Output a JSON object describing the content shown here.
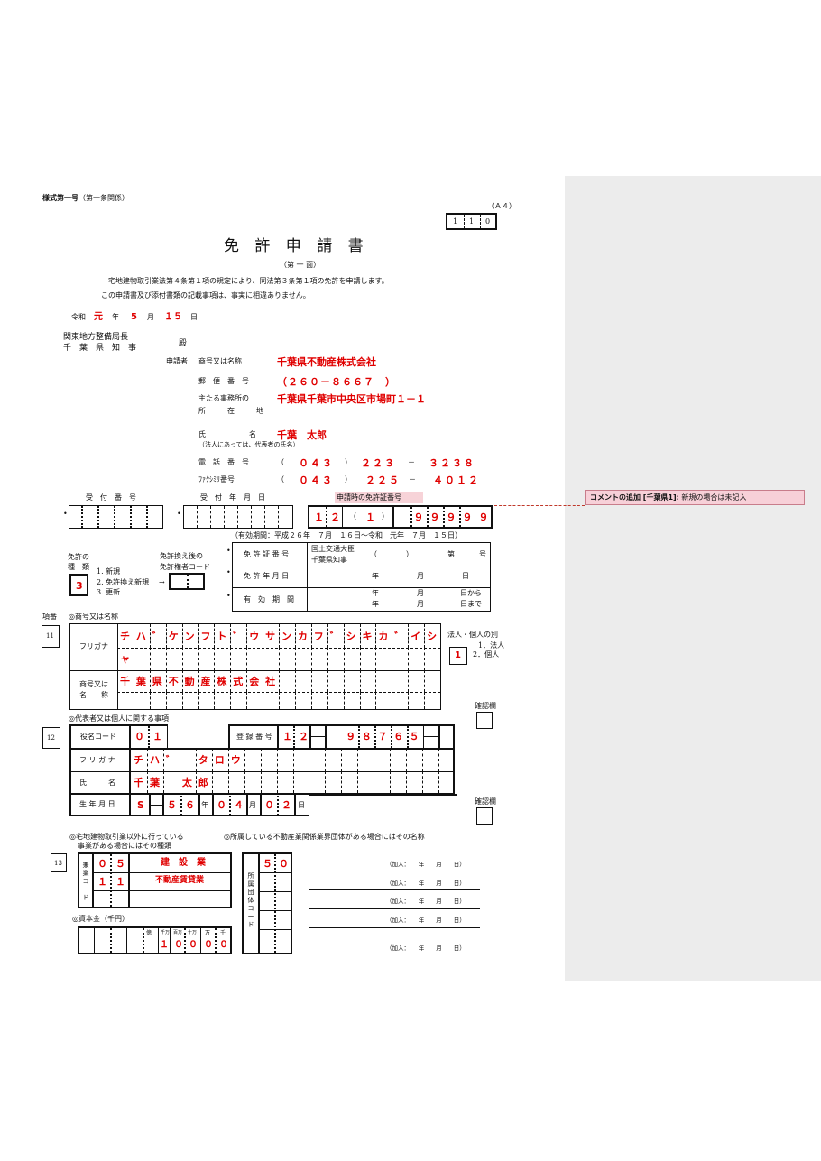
{
  "form": {
    "form_name": "様式第一号",
    "form_rule": "（第一条関係）",
    "paper_size": "（Ａ４）",
    "form_code": [
      "1",
      "1",
      "0"
    ],
    "title": "免 許 申 請 書",
    "page_label": "（第 一 面）",
    "intro_line1": "宅地建物取引業法第４条第１項の規定により、同法第３条第１項の免許を申請します。",
    "intro_line2": "この申請書及び添付書類の記載事項は、事実に相違ありません。"
  },
  "date": {
    "era": "令和",
    "year": "元",
    "year_unit": "年",
    "month": "5",
    "month_unit": "月",
    "day": "１５",
    "day_unit": "日"
  },
  "addressee": {
    "line1": "関東地方整備局長",
    "line2": "千　葉　県　知　事",
    "honorific": "殿"
  },
  "applicant": {
    "label": "申請者",
    "name_label": "商号又は名称",
    "name_value": "千葉県不動産株式会社",
    "postal_label": "郵　便　番　号",
    "postal_value": "（２６０－８６６７　）",
    "office_label": "主たる事務所の",
    "office_label2": "所　　　在　　　地",
    "office_value": "千葉県千葉市中央区市場町１－１",
    "person_label": "氏　　　　　　名",
    "person_value": "千葉　太郎",
    "person_note": "（法人にあっては、代表者の氏名）",
    "tel_label": "電　話　番　号",
    "tel_values": [
      "（",
      "０４３",
      "）",
      "２２３",
      "－",
      "３２３８"
    ],
    "fax_label": "ﾌｧｸｼﾐﾘ番号",
    "fax_values": [
      "（",
      "０４３",
      "）",
      "２２５",
      "－",
      "４０１２"
    ]
  },
  "reception": {
    "receipt_no_label": "受　付　番　号",
    "receipt_date_label": "受　付　年　月　日",
    "license_no_label": "申請時の免許証番号",
    "license_prefix": [
      "１",
      "２"
    ],
    "license_paren_open": "（",
    "license_count": "１",
    "license_paren_close": "）",
    "license_digits": [
      "９",
      "９",
      "９",
      "９",
      "９"
    ],
    "validity": "（有効期間：平成２６年　７月　１６日～令和　元年　７月　１５日）"
  },
  "license_type": {
    "label1": "免許の",
    "label2": "種　類",
    "value": "3",
    "options": [
      "1. 新規",
      "2. 免許換え新規",
      "3. 更新"
    ],
    "transfer_label1": "免許換え後の",
    "transfer_label2": "免許権者コード"
  },
  "license_info": {
    "cert_no_label": "免 許 証 番 号",
    "authority_line1": "国土交通大臣",
    "authority_line2": "千葉県知事",
    "paren": "（　　　　）",
    "dai": "第",
    "go": "号",
    "date_label": "免 許 年 月 日",
    "date_units": [
      "年",
      "月",
      "日"
    ],
    "period_label": "有　効　期　間",
    "period_line1": [
      "年",
      "月",
      "日から"
    ],
    "period_line2": [
      "年",
      "月",
      "日まで"
    ]
  },
  "item_label": "項番",
  "item11": {
    "number": "11",
    "section": "◎商号又は名称",
    "furigana_label": "フリガナ",
    "furigana_row1": [
      "チ",
      "ハ",
      "゛",
      "ケ",
      "ン",
      "フ",
      "ト",
      "゛",
      "ウ",
      "サ",
      "ン",
      "カ",
      "フ",
      "゛",
      "シ",
      "キ",
      "カ",
      "゛",
      "イ",
      "シ"
    ],
    "furigana_row2": [
      "ャ"
    ],
    "name_label1": "商号又は",
    "name_label2": "名　　称",
    "name_chars": [
      "千",
      "葉",
      "県",
      "不",
      "動",
      "産",
      "株",
      "式",
      "会",
      "社"
    ],
    "type_label": "法人・個人の別",
    "type_value": "1",
    "type_options": [
      "1．法人",
      "2．個人"
    ],
    "confirm_label": "確認欄"
  },
  "item12": {
    "number": "12",
    "section": "◎代表者又は個人に関する事項",
    "role_label": "役名コード",
    "role_value": [
      "０",
      "１"
    ],
    "reg_label": "登 録 番 号",
    "reg_prefix": [
      "１",
      "２"
    ],
    "reg_digits": [
      "９",
      "８",
      "７",
      "６",
      "５"
    ],
    "furigana_label": "フ リ ガ ナ",
    "furigana_chars": [
      "チ",
      "ハ",
      "゛",
      "",
      "タ",
      "ロ",
      "ウ"
    ],
    "name_label": "氏　　　名",
    "name_chars": [
      "千",
      "葉",
      "",
      "太",
      "郎"
    ],
    "birth_label": "生 年 月 日",
    "birth_era": "S",
    "birth_year": [
      "５",
      "６"
    ],
    "birth_month": [
      "０",
      "４"
    ],
    "birth_day": [
      "０",
      "２"
    ],
    "y": "年",
    "m": "月",
    "d": "日",
    "confirm_label": "確認欄"
  },
  "item13": {
    "number": "13",
    "section_other1": "◎宅地建物取引業以外に行っている",
    "section_other2": "事業がある場合にはその種類",
    "section_assoc": "◎所属している不動産業関係業界団体がある場合にはその名称",
    "business_code_label": "兼業コード",
    "business_rows": [
      {
        "code": [
          "０",
          "５"
        ],
        "name": "建　設　業"
      },
      {
        "code": [
          "１",
          "１"
        ],
        "name": "不動産賃貸業"
      },
      {
        "code": [
          "",
          ""
        ],
        "name": ""
      }
    ],
    "assoc_code_label": "所属団体コード",
    "assoc_rows": [
      {
        "code": [
          "５",
          "０"
        ],
        "join": "（加入：　　年　　月　　日）"
      },
      {
        "code": [
          "",
          ""
        ],
        "join": "（加入：　　年　　月　　日）"
      },
      {
        "code": [
          "",
          ""
        ],
        "join": "（加入：　　年　　月　　日）"
      },
      {
        "code": [
          "",
          ""
        ],
        "join": "（加入：　　年　　月　　日）"
      },
      {
        "code": [
          "",
          ""
        ],
        "join": "（加入：　　年　　月　　日）"
      }
    ],
    "capital_label": "◎資本金（千円）",
    "capital_units": [
      "億",
      "千万",
      "百万",
      "十万",
      "万",
      "千"
    ],
    "capital_digits": [
      "１",
      "０",
      "０",
      "０",
      "０"
    ]
  },
  "comment": {
    "title": "コメントの追加 [千葉県1]:",
    "text": "新規の場合は未記入"
  }
}
